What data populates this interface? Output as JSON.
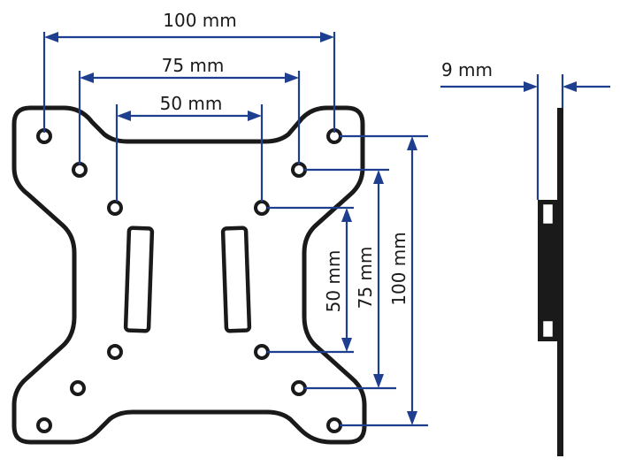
{
  "labels": {
    "h100": "100 mm",
    "h75": "75 mm",
    "h50": "50 mm",
    "v50": "50 mm",
    "v75": "75 mm",
    "v100": "100 mm",
    "thickness": "9 mm"
  },
  "colors": {
    "dimension": "#1e3f8f",
    "outline": "#1a1a1a"
  }
}
